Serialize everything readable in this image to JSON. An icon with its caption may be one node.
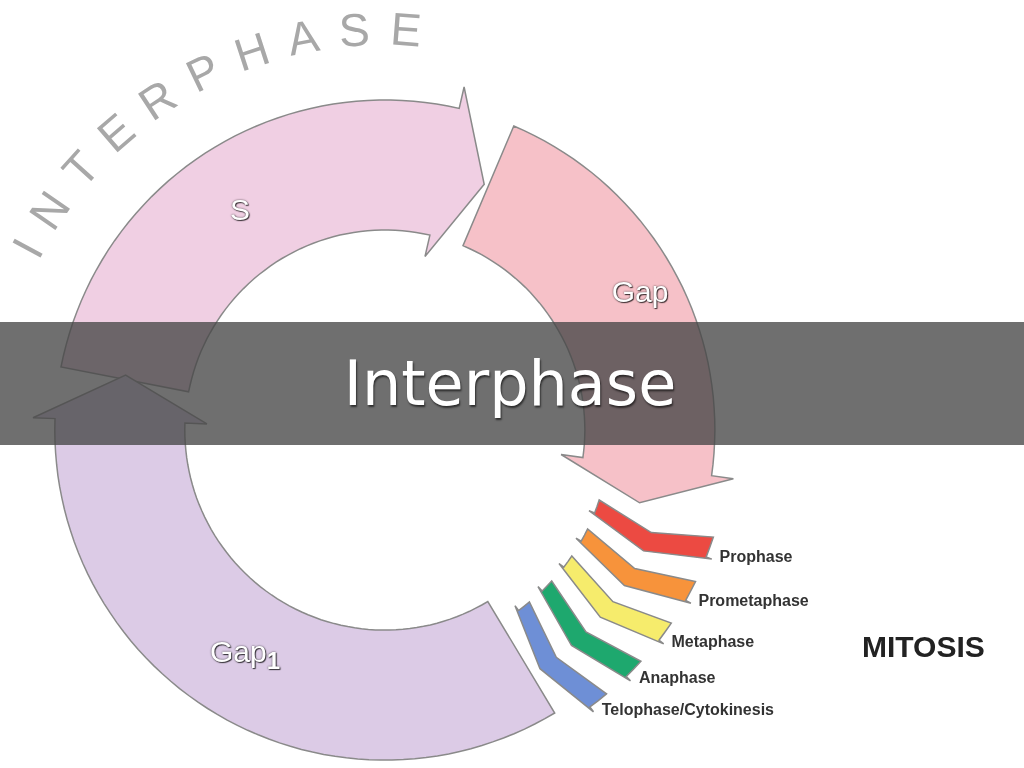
{
  "diagram": {
    "title": "Interphase",
    "nodes": [
      {
        "text": [
          "S"
        ]
      },
      {
        "text": [
          "Gap"
        ]
      },
      {
        "text": [
          "Gap$_{1}$"
        ]
      },
      {
        "text": [
          "Prophase"
        ]
      },
      {
        "text": [
          "Prometaphase"
        ]
      },
      {
        "text": [
          "Metaphase"
        ]
      },
      {
        "text": [
          "Anaphase"
        ]
      },
      {
        "text": [
          "Telophase/Cytokinesis"
        ]
      }
    ],
    "labels": [
      "INTERPHASE",
      "MITOSIS"
    ]
  }
}
